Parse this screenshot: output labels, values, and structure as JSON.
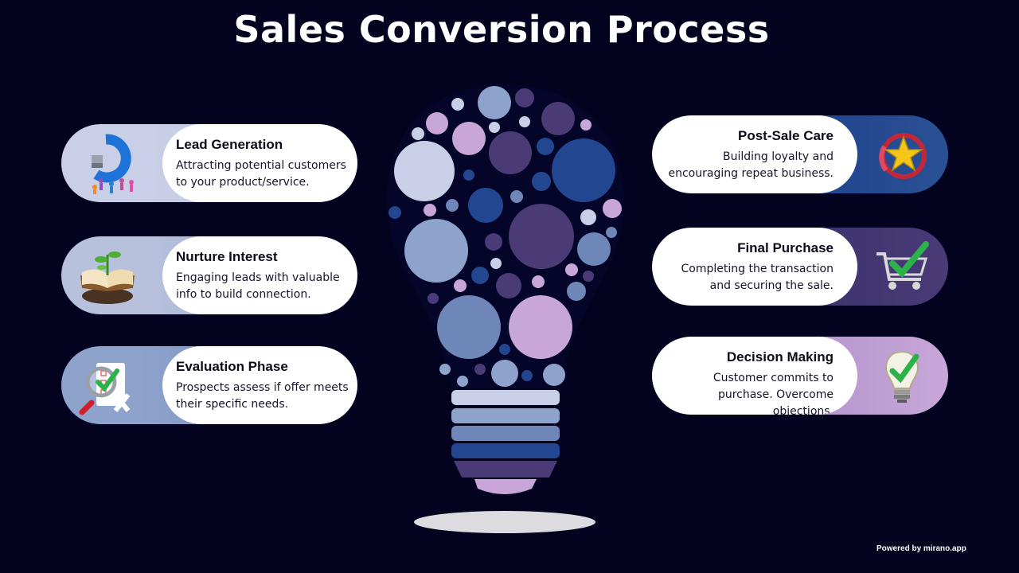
{
  "title": "Sales Conversion Process",
  "colors": {
    "background": "#03031f",
    "lavender_light": "#c9cfe6",
    "steel_blue": "#8ea3cc",
    "slate_blue": "#6f86b8",
    "royal_blue": "#22468f",
    "purple": "#4a3a76",
    "orchid": "#c8a6d8"
  },
  "steps": [
    {
      "id": "lead-generation",
      "side": "left",
      "heading": "Lead Generation",
      "description": "Attracting potential customers to your product/service.",
      "icon": "magnet-people-icon"
    },
    {
      "id": "nurture-interest",
      "side": "left",
      "heading": "Nurture Interest",
      "description": "Engaging leads with valuable info to build connection.",
      "icon": "book-sprout-icon"
    },
    {
      "id": "evaluation-phase",
      "side": "left",
      "heading": "Evaluation Phase",
      "description": "Prospects assess if offer meets their specific needs.",
      "icon": "magnifier-checklist-icon"
    },
    {
      "id": "post-sale-care",
      "side": "right",
      "heading": "Post-Sale Care",
      "description": "Building loyalty and encouraging repeat business.",
      "icon": "star-ring-icon"
    },
    {
      "id": "final-purchase",
      "side": "right",
      "heading": "Final Purchase",
      "description": "Completing the transaction and securing the sale.",
      "icon": "cart-check-icon"
    },
    {
      "id": "decision-making",
      "side": "right",
      "heading": "Decision Making",
      "description": "Customer commits to purchase. Overcome objections.",
      "icon": "bulb-check-icon"
    }
  ],
  "footer": {
    "powered_by": "Powered by mirano.app"
  }
}
